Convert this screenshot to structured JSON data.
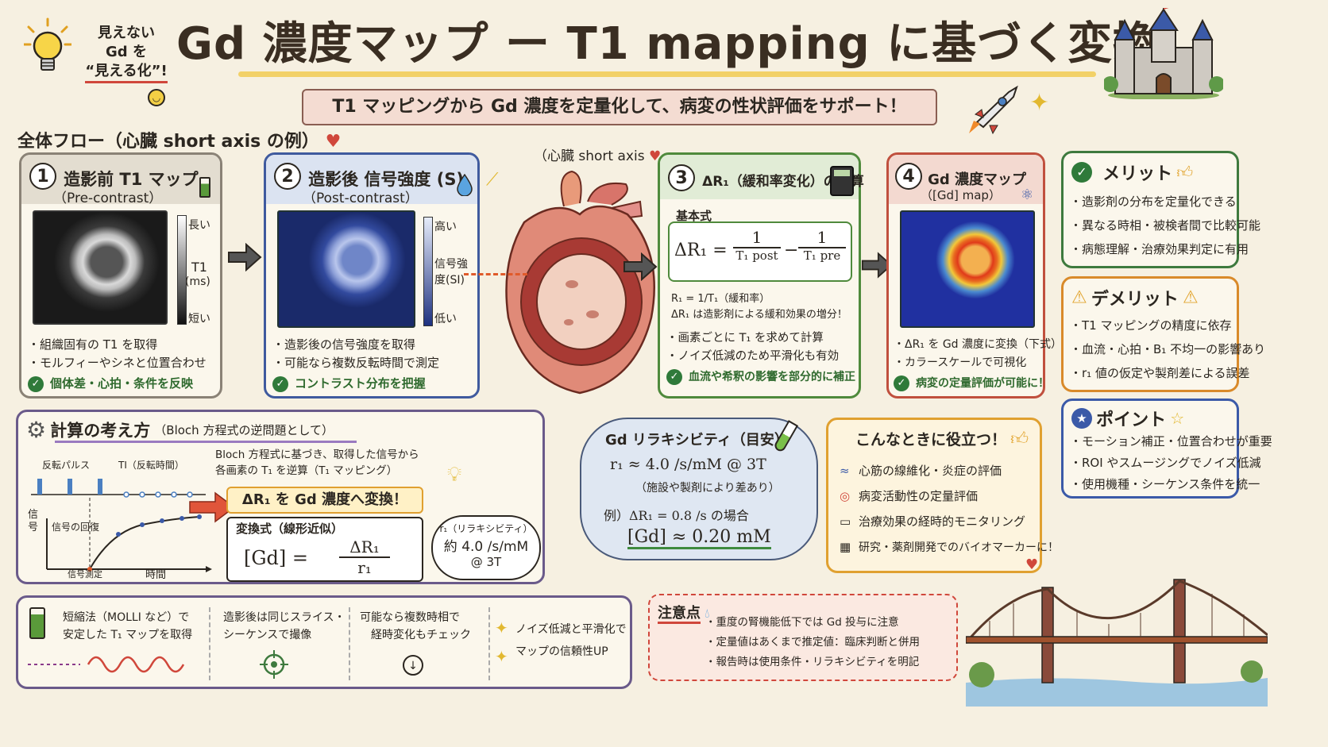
{
  "header": {
    "title": "Gd 濃度マップ ー T1 mapping に基づく変換",
    "subtitle": "T1 マッピングから Gd 濃度を定量化して、病変の性状評価をサポート！",
    "bulb_note": [
      "見えない",
      "Gd を",
      "“見える化”!"
    ]
  },
  "flow_label": "全体フロー（心臓 short axis の例）",
  "heart_label": "心臓 short axis",
  "step1": {
    "num": "1",
    "title": "造影前 T1 マップ",
    "subtitle": "（Pre-contrast）",
    "scale_top": "長い",
    "scale_mid": "T1",
    "scale_unit": "(ms)",
    "scale_bottom": "短い",
    "bullets": [
      "・組織固有の T1 を取得",
      "・モルフィーやシネと位置合わせ"
    ],
    "check": "個体差・心拍・条件を反映"
  },
  "step2": {
    "num": "2",
    "title": "造影後 信号強度 (S)",
    "subtitle": "（Post-contrast）",
    "scale_top": "高い",
    "scale_mid": "信号強度(SI)",
    "scale_bottom": "低い",
    "bullets": [
      "・造影後の信号強度を取得",
      "・可能なら複数反転時間で測定"
    ],
    "check": "コントラスト分布を把握"
  },
  "step3": {
    "num": "3",
    "title": "ΔR₁（緩和率変化）の計算",
    "formula_label": "基本式",
    "formula_lhs": "ΔR₁ =",
    "frac1_num": "1",
    "frac1_den": "T₁ post",
    "minus": "−",
    "frac2_num": "1",
    "frac2_den": "T₁ pre",
    "notes": [
      "R₁ = 1/T₁（緩和率）",
      "ΔR₁ は造影剤による緩和効果の増分！"
    ],
    "bullets": [
      "・画素ごとに T₁ を求めて計算",
      "・ノイズ低減のため平滑化も有効"
    ],
    "check": "血流や希釈の影響を部分的に補正"
  },
  "step4": {
    "num": "4",
    "title": "Gd 濃度マップ",
    "subtitle": "（[Gd] map）",
    "bullets": [
      "・ΔR₁ を Gd 濃度に変換（下式）",
      "・カラースケールで可視化"
    ],
    "check": "病変の定量評価が可能に！"
  },
  "merit": {
    "title": "メリット",
    "items": [
      "・造影剤の分布を定量化できる",
      "・異なる時相・被検者間で比較可能",
      "・病態理解・治療効果判定に有用"
    ]
  },
  "demerit": {
    "title": "デメリット",
    "items": [
      "・T1 マッピングの精度に依存",
      "・血流・心拍・B₁ 不均一の影響あり",
      "・r₁ 値の仮定や製剤差による誤差"
    ]
  },
  "point": {
    "title": "ポイント",
    "items": [
      "・モーション補正・位置合わせが重要",
      "・ROI やスムージングでノイズ低減",
      "・使用機種・シーケンス条件を統一"
    ]
  },
  "calc": {
    "title": "計算の考え方",
    "title_sub": "（Bloch 方程式の逆問題として）",
    "graph_labels": {
      "pulse": "反転パルス",
      "ti": "TI（反転時間）",
      "y": "信号",
      "recovery": "信号の回復",
      "measure": "信号測定",
      "x": "時間"
    },
    "desc": [
      "Bloch 方程式に基づき、取得した信号から",
      "各画素の T₁ を逆算（T₁ マッピング）"
    ],
    "convert_label": "ΔR₁ を Gd 濃度へ変換！",
    "eq_label": "変換式（線形近似）",
    "eq_lhs": "[Gd] =",
    "eq_num": "ΔR₁",
    "eq_den": "r₁",
    "bubble": [
      "r₁（リラキシビティ）",
      "約 4.0 /s/mM",
      "@ 3T"
    ]
  },
  "relax": {
    "title": "Gd リラキシビティ（目安）",
    "line1": "r₁ ≈ 4.0 /s/mM  @ 3T",
    "line2": "（施設や製剤により差あり）",
    "line3": "例）ΔR₁ = 0.8 /s  の場合",
    "line4": "[Gd] ≈ 0.20 mM"
  },
  "useful": {
    "title": "こんなときに役立つ！",
    "items": [
      "心筋の線維化・炎症の評価",
      "病変活動性の定量評価",
      "治療効果の経時的モニタリング",
      "研究・薬剤開発でのバイオマーカーに！"
    ],
    "icons": [
      "dna-icon",
      "target-icon",
      "book-icon",
      "building-icon"
    ]
  },
  "tips": [
    [
      "短縮法（MOLLI など）で",
      "安定した T₁ マップを取得"
    ],
    [
      "造影後は同じスライス・",
      "シーケンスで撮像"
    ],
    [
      "可能なら複数時相で",
      "経時変化もチェック"
    ],
    [
      "ノイズ低減と平滑化で",
      "マップの信頼性UP"
    ]
  ],
  "caution": {
    "title": "注意点",
    "items": [
      "・重度の腎機能低下では Gd 投与に注意",
      "・定量値はあくまで推定値：臨床判断と併用",
      "・報告時は使用条件・リラキシビティを明記"
    ]
  },
  "colors": {
    "step1": "#8a8276",
    "step2": "#3f5a9e",
    "step3": "#4f8a3c",
    "step4": "#c0503e",
    "merit": "#3e7a3e",
    "demerit": "#d98a2a",
    "point": "#3b5aa8"
  }
}
